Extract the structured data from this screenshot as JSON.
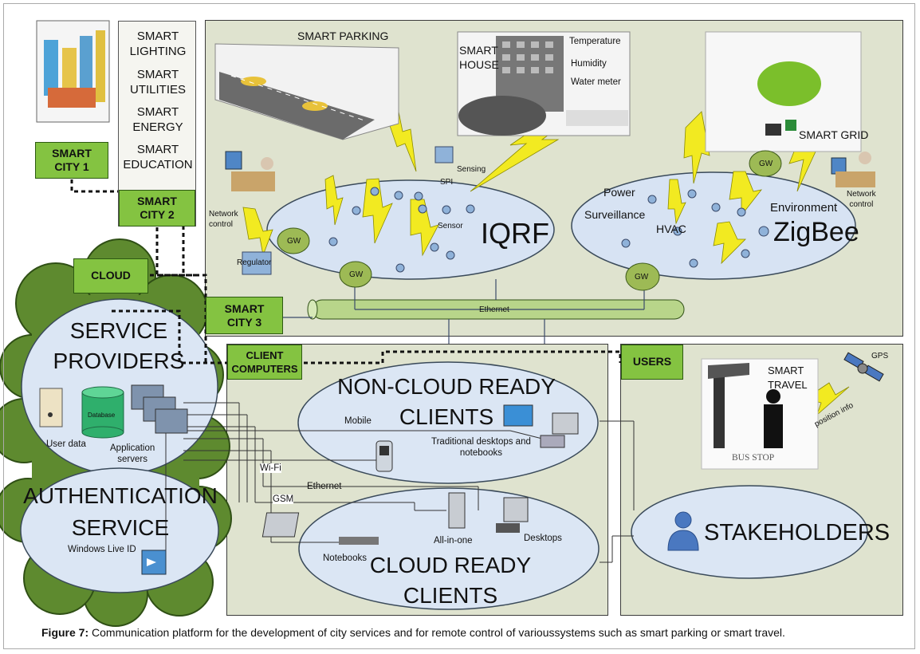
{
  "labels": {
    "smart_city_1": "SMART\nCITY 1",
    "smart_lighting": "SMART\nLIGHTING",
    "smart_utilities": "SMART\nUTILITIES",
    "smart_energy": "SMART\nENERGY",
    "smart_education": "SMART\nEDUCATION",
    "smart_city_2": "SMART\nCITY 2",
    "cloud": "CLOUD",
    "smart_city_3": "SMART\nCITY 3",
    "client_computers": "CLIENT\nCOMPUTERS",
    "users": "USERS",
    "smart_parking": "SMART PARKING",
    "smart_house": "SMART\nHOUSE",
    "temperature": "Temperature",
    "humidity": "Humidity",
    "water_meter": "Water meter",
    "smart_grid": "SMART GRID",
    "network_control_left": "Network\ncontrol",
    "network_control_right": "Network\ncontrol",
    "regulator": "Regulator",
    "sensing": "Sensing",
    "spi": "SPI",
    "sensor": "Sensor",
    "gw": "GW",
    "iqrf": "IQRF",
    "power": "Power",
    "surveillance": "Surveillance",
    "hvac": "HVAC",
    "environment": "Environment",
    "zigbee": "ZigBee",
    "ethernet_bus": "Ethernet",
    "service_providers": "SERVICE\nPROVIDERS",
    "database": "Database",
    "user_data": "User data",
    "application_servers": "Application\nservers",
    "authentication_service": "AUTHENTICATION\nSERVICE",
    "windows_live_id": "Windows Live ID",
    "non_cloud_ready_clients": "NON-CLOUD READY\nCLIENTS",
    "mobile": "Mobile",
    "traditional": "Traditional desktops and\nnotebooks",
    "wifi": "Wi-Fi",
    "ethernet": "Ethernet",
    "gsm": "GSM",
    "all_in_one": "All-in-one",
    "desktops": "Desktops",
    "notebooks": "Notebooks",
    "cloud_ready_clients": "CLOUD READY\nCLIENTS",
    "smart_travel": "SMART\nTRAVEL",
    "gps": "GPS",
    "position_info": "position info",
    "bus_stop": "BUS STOP",
    "stakeholders": "STAKEHOLDERS"
  },
  "caption": {
    "prefix": "Figure 7:",
    "text": " Communication platform for the development of city services and for remote control of varioussystems such as smart parking or smart travel."
  },
  "colors": {
    "panel": "#dfe3cf",
    "green_box": "#84c341",
    "cloud_green": "#5e8a2f",
    "ellipse": "#d7e3f3",
    "gw": "#9dba55",
    "lightning": "#f2ea21"
  }
}
